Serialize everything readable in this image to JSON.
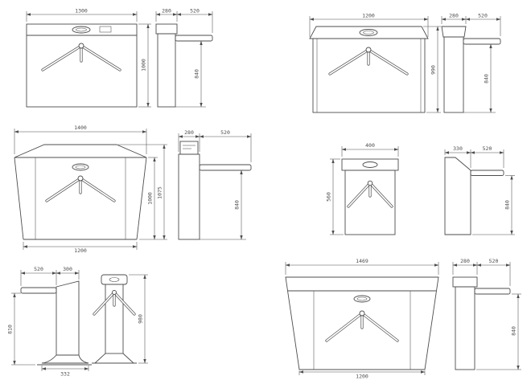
{
  "colors": {
    "background": "#ffffff",
    "line": "#4d4d4d"
  },
  "groups": {
    "g1": {
      "front_width": "1300",
      "total_height": "1000",
      "depth": "280",
      "arm_length": "520",
      "arm_height": "840"
    },
    "g2": {
      "front_width": "1200",
      "total_height": "990",
      "depth": "280",
      "arm_length": "520",
      "arm_height": "840"
    },
    "g3": {
      "top_width": "1400",
      "cabinet_height": "1000",
      "total_height": "1075",
      "base_width": "1200",
      "depth": "280",
      "arm_length": "520",
      "arm_height": "840"
    },
    "g4": {
      "front_width": "400",
      "front_height": "560",
      "depth": "330",
      "arm_length": "520",
      "arm_height": "840"
    },
    "g5": {
      "arm_length": "520",
      "body_width": "300",
      "arm_height": "810",
      "base_width": "332",
      "total_height": "980"
    },
    "g6": {
      "top_width": "1469",
      "base_width": "1200",
      "depth": "280",
      "arm_length": "520",
      "arm_height": "840"
    }
  }
}
